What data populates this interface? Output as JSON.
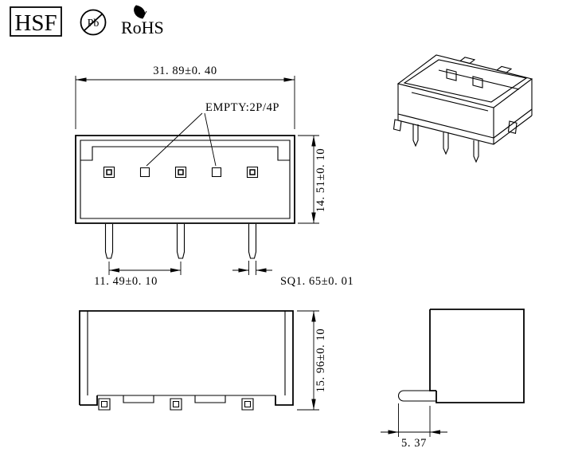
{
  "colors": {
    "ink": "#000000",
    "paper": "#ffffff"
  },
  "header": {
    "logo_text": "HSF",
    "pb_text": "Pb",
    "rohs_text": "RoHS"
  },
  "front_view": {
    "dim_width": "31. 89±0. 40",
    "empty_label": "EMPTY:2P/4P",
    "dim_height": "14. 51±0. 10",
    "dim_pitch": "11. 49±0. 10",
    "dim_pin_sq": "SQ1. 65±0. 01"
  },
  "bottom_view": {
    "dim_height": "15. 96±0. 10"
  },
  "side_view": {
    "dim_pin_len": "5. 37"
  }
}
